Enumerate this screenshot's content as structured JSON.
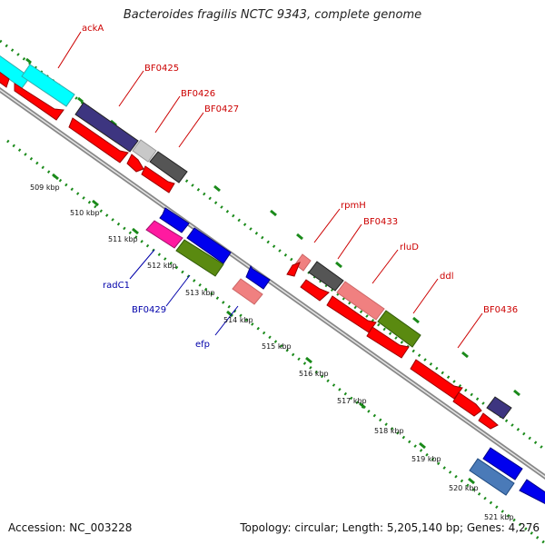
{
  "title": "Bacteroides fragilis NCTC 9343, complete genome",
  "footer": {
    "accession": "Accession: NC_003228",
    "summary": "Topology: circular; Length: 5,205,140 bp; Genes: 4,276"
  },
  "colors": {
    "backbone": "#8c8c8c",
    "gc_ticks": "#1a8a1a",
    "label_red": "#cc0000",
    "label_blue": "#0000aa"
  },
  "kbp_labels": [
    "509 kbp",
    "510 kbp",
    "511 kbp",
    "512 kbp",
    "513 kbp",
    "514 kbp",
    "515 kbp",
    "516 kbp",
    "517 kbp",
    "518 kbp",
    "519 kbp",
    "520 kbp",
    "521 kbp"
  ],
  "gene_labels_forward": [
    "ackA",
    "BF0425",
    "BF0426",
    "BF0427",
    "rpmH",
    "BF0433",
    "rluD",
    "ddl",
    "BF0436"
  ],
  "gene_labels_reverse": [
    "radC1",
    "BF0429",
    "efp"
  ],
  "features": [
    {
      "name": "ackA",
      "color": "#00ffff",
      "strand": "forward"
    },
    {
      "name": "BF0425",
      "color": "#3d3580",
      "strand": "forward"
    },
    {
      "name": "BF0426",
      "color": "#c8c8c8",
      "strand": "forward"
    },
    {
      "name": "BF0427",
      "color": "#555555",
      "strand": "forward"
    },
    {
      "name": "radC1",
      "color": "#ff1aa0",
      "strand": "reverse"
    },
    {
      "name": "BF0429",
      "color": "#5a8a10",
      "strand": "reverse"
    },
    {
      "name": "efp",
      "color": "#f08080",
      "strand": "reverse"
    },
    {
      "name": "rpmH",
      "color": "#f08080",
      "strand": "forward"
    },
    {
      "name": "BF0433",
      "color": "#555555",
      "strand": "forward"
    },
    {
      "name": "rluD",
      "color": "#f08080",
      "strand": "forward"
    },
    {
      "name": "ddl",
      "color": "#5a8a10",
      "strand": "forward"
    },
    {
      "name": "BF0436",
      "color": "#3d3580",
      "strand": "forward"
    }
  ]
}
